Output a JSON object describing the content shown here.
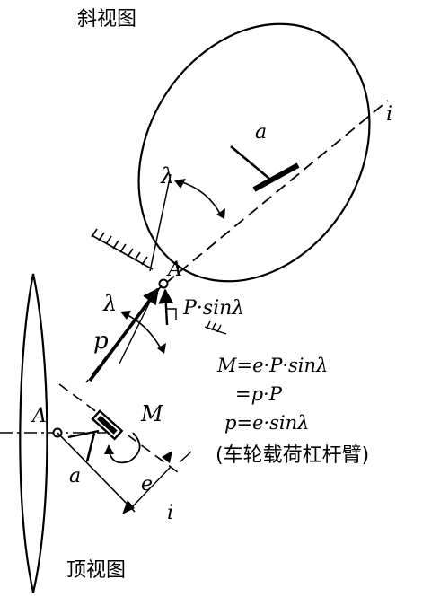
{
  "labels": {
    "oblique_view": "斜视图",
    "top_view": "顶视图",
    "point_A_upper": "A",
    "point_A_lower": "A",
    "label_a_upper": "a",
    "label_a_lower": "a",
    "label_i_upper": "i",
    "label_i_lower": "i",
    "lambda_upper": "λ",
    "lambda_lower": "λ",
    "force_p": "p",
    "force_P_sin": "P·sinλ",
    "moment_M": "M",
    "label_e": "e"
  },
  "formulas": {
    "line1": "M=e·P·sinλ",
    "line2": "=p·P",
    "line3": "p=e·sinλ",
    "note": "(车轮载荷杠杆臂)"
  }
}
